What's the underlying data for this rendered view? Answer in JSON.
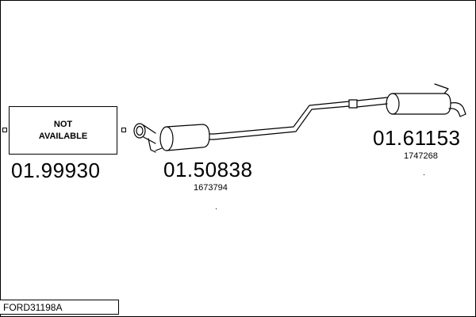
{
  "parts": [
    {
      "box_text": "NOT\nAVAILABLE",
      "code": "01.99930"
    },
    {
      "code": "01.50838",
      "article": "1673794"
    },
    {
      "code": "01.61153",
      "article": "1747268"
    }
  ],
  "reference": "FORD31198A"
}
